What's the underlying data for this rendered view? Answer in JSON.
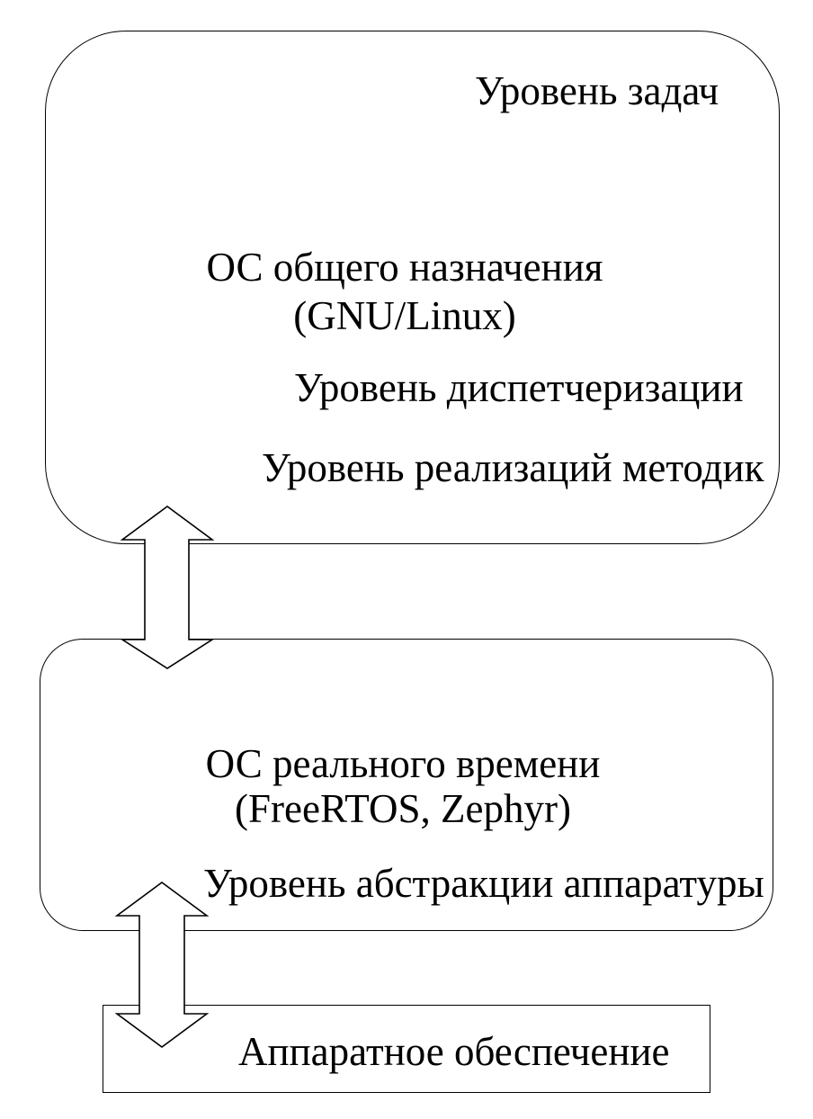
{
  "diagram": {
    "layers": {
      "general_purpose": {
        "task_level_label": "Уровень задач",
        "title_line1": "ОС общего назначения",
        "title_line2": "(GNU/Linux)",
        "dispatch_level_label": "Уровень диспетчеризации",
        "methods_level_label": "Уровень реализаций методик"
      },
      "realtime": {
        "title_line1": "ОС реального времени",
        "title_line2": "(FreeRTOS, Zephyr)",
        "hal_level_label": "Уровень абстракции аппаратуры"
      },
      "hardware": {
        "title": "Аппаратное обеспечение"
      }
    },
    "connectors": {
      "top": "bidirectional-vertical-arrow",
      "bottom": "bidirectional-vertical-arrow"
    },
    "colors": {
      "stroke": "#000000",
      "fill": "#ffffff",
      "text": "#000000",
      "background": "#ffffff"
    }
  }
}
